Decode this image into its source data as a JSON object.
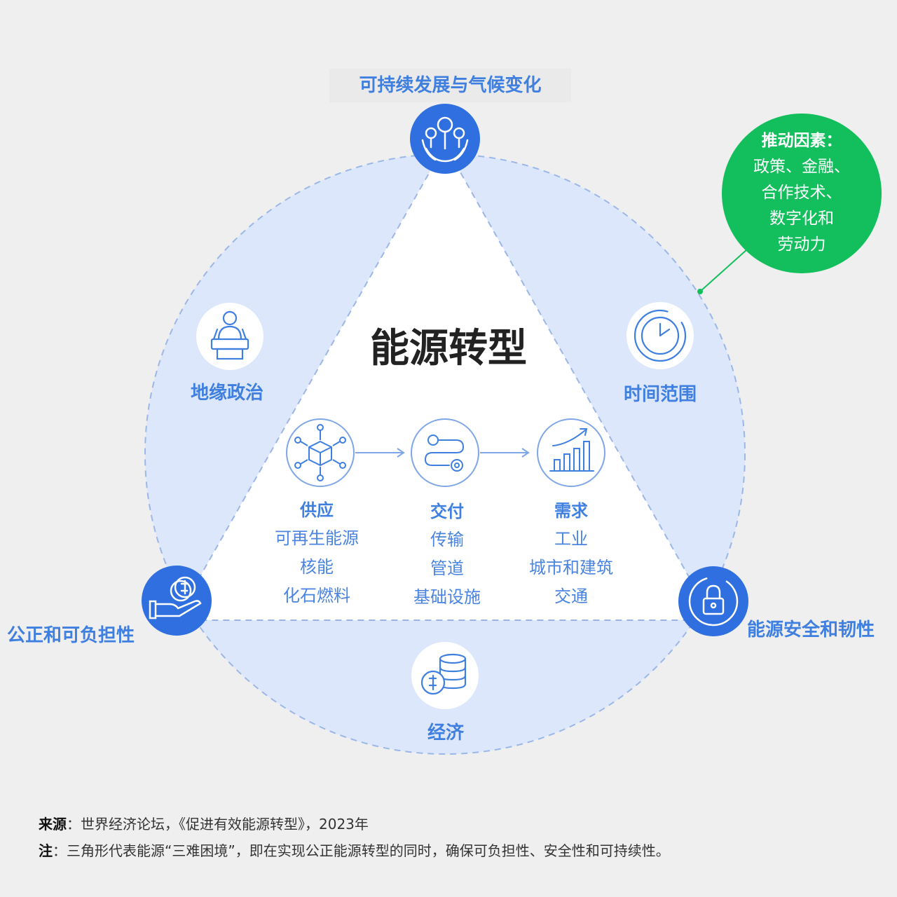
{
  "title": "能源转型",
  "vertices": {
    "top": "可持续发展与气候变化",
    "left": "公正和可负担性",
    "right": "能源安全和韧性"
  },
  "sides": {
    "left": "地缘政治",
    "right": "时间范围",
    "bottom": "经济"
  },
  "flow": [
    {
      "head": "供应",
      "items": [
        "可再生能源",
        "核能",
        "化石燃料"
      ]
    },
    {
      "head": "交付",
      "items": [
        "传输",
        "管道",
        "基础设施"
      ]
    },
    {
      "head": "需求",
      "items": [
        "工业",
        "城市和建筑",
        "交通"
      ]
    }
  ],
  "drivers": {
    "title": "推动因素：",
    "lines": [
      "政策、金融、",
      "合作技术、",
      "数字化和",
      "劳动力"
    ]
  },
  "footer": {
    "source_label": "来源",
    "source_text": "：世界经济论坛，《促进有效能源转型》，2023年",
    "note_label": "注",
    "note_text": "：三角形代表能源“三难困境”，即在实现公正能源转型的同时，确保可负担性、安全性和可持续性。"
  },
  "colors": {
    "accent": "#3f7fe0",
    "node": "#2f6fdf",
    "circle_fill": "#dce7fb",
    "driver_green": "#13bf5d"
  },
  "icons": {
    "top": "plant-hands-icon",
    "left": "coin-hand-icon",
    "right": "lock-icon",
    "geopolitics": "podium-speaker-icon",
    "time": "clock-icon",
    "economy": "coin-stack-icon",
    "supply": "box-network-icon",
    "delivery": "route-icon",
    "demand": "growth-chart-icon"
  }
}
